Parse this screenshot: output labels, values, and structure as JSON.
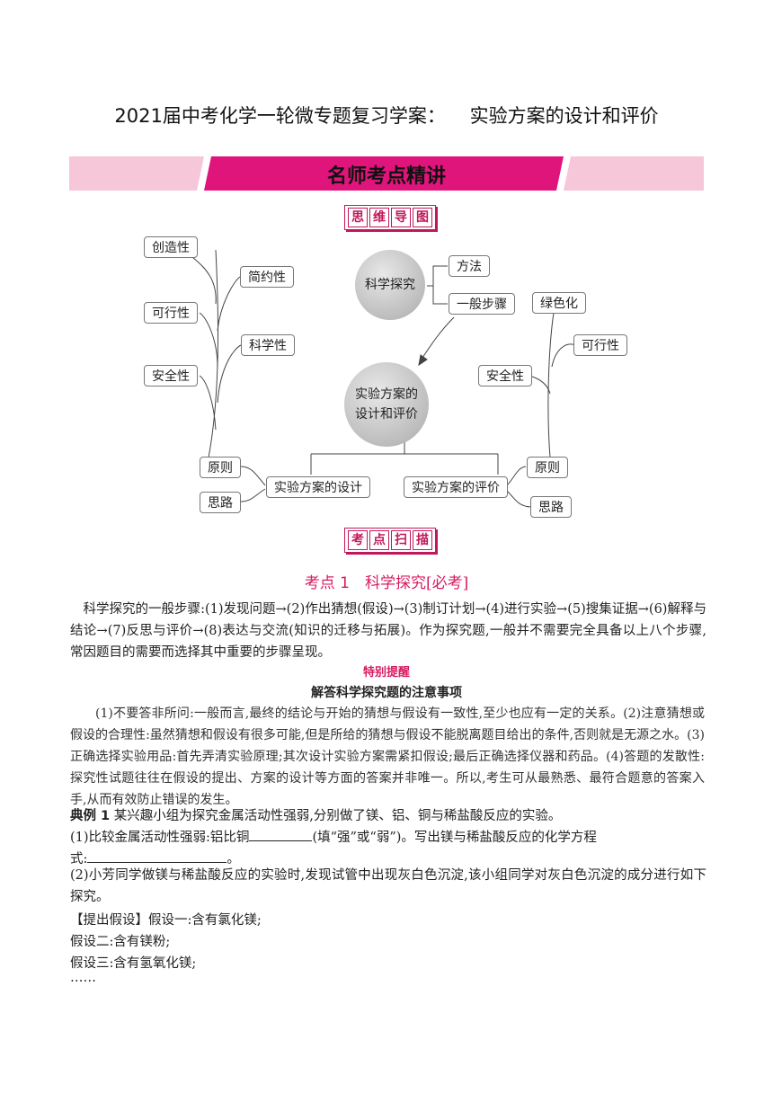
{
  "page_title": "2021届中考化学一轮微专题复习学案：    实验方案的设计和评价",
  "banner": {
    "text": "名师考点精讲",
    "accent": "#e0157c",
    "light": "#f6c6d9"
  },
  "mindmap_tag": [
    "思",
    "维",
    "导",
    "图"
  ],
  "mindmap": {
    "left": [
      "创造性",
      "简约性",
      "可行性",
      "科学性",
      "安全性",
      "原则",
      "思路"
    ],
    "top_circle": "科学探究",
    "top_branches": [
      "方法",
      "一般步骤"
    ],
    "center_line1": "实验方案的",
    "center_line2": "设计和评价",
    "design": "实验方案的设计",
    "evaluate": "实验方案的评价",
    "right": [
      "绿色化",
      "可行性",
      "安全性",
      "原则",
      "思路"
    ]
  },
  "scan_tag": [
    "考",
    "点",
    "扫",
    "描"
  ],
  "kaodian": {
    "title": "考点 1　科学探究",
    "must": "[必考]"
  },
  "steps_text": "科学探究的一般步骤:(1)发现问题→(2)作出猜想(假设)→(3)制订计划→(4)进行实验→(5)搜集证据→(6)解释与结论→(7)反思与评价→(8)表达与交流(知识的迁移与拓展)。作为探究题,一般并不需要完全具备以上八个步骤,常因题目的需要而选择其中重要的步骤呈现。",
  "tip": {
    "head": "特别提醒",
    "sub": "解答科学探究题的注意事项",
    "body": "(1)不要答非所问:一般而言,最终的结论与开始的猜想与假设有一致性,至少也应有一定的关系。(2)注意猜想或假设的合理性:虽然猜想和假设有很多可能,但是所给的猜想与假设不能脱离题目给出的条件,否则就是无源之水。(3)正确选择实验用品:首先弄清实验原理;其次设计实验方案需紧扣假设;最后正确选择仪器和药品。(4)答题的发散性:探究性试题往往在假设的提出、方案的设计等方面的答案并非唯一。所以,考生可从最熟悉、最符合题意的答案入手,从而有效防止错误的发生。"
  },
  "example": {
    "label": "典例 1",
    "intro": "某兴趣小组为探究金属活动性强弱,分别做了镁、铝、铜与稀盐酸反应的实验。",
    "q1_a": "(1)比较金属活动性强弱:铝比铜",
    "q1_b": "(填“强”或“弱”)。写出镁与稀盐酸反应的化学方程",
    "q1_c": "式:",
    "q1_d": "。",
    "q2": "(2)小芳同学做镁与稀盐酸反应的实验时,发现试管中出现灰白色沉淀,该小组同学对灰白色沉淀的成分进行如下探究。",
    "h1": "【提出假设】假设一:含有氯化镁;",
    "h2": "假设二:含有镁粉;",
    "h3": "假设三:含有氢氧化镁;",
    "ellipsis": "……"
  }
}
